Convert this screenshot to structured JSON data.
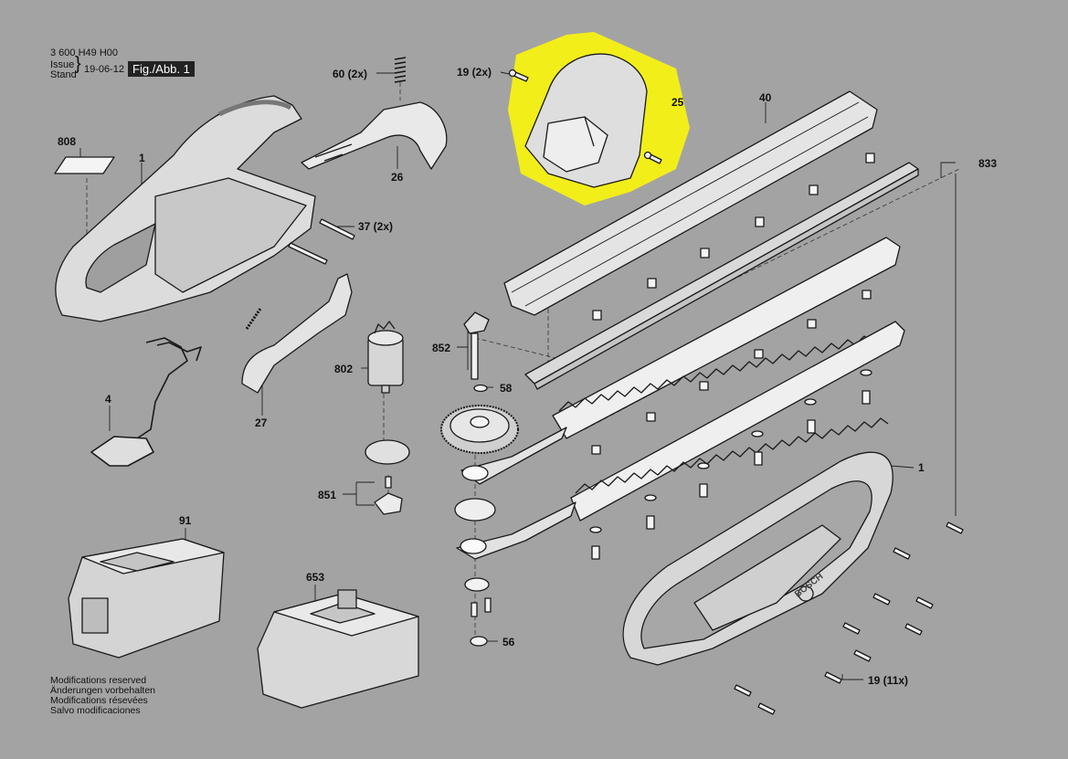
{
  "header": {
    "doc_number": "3 600 H49 H00",
    "issue_label": "Issue",
    "stand_label": "Stand",
    "date": "19-06-12",
    "fig_label": "Fig./Abb. 1"
  },
  "highlight_color": "#f2ee1a",
  "parts": [
    {
      "id": "p808",
      "label": "808"
    },
    {
      "id": "p1a",
      "label": "1"
    },
    {
      "id": "p60",
      "label": "60 (2x)"
    },
    {
      "id": "p26",
      "label": "26"
    },
    {
      "id": "p19a",
      "label": "19 (2x)"
    },
    {
      "id": "p25",
      "label": "25"
    },
    {
      "id": "p40",
      "label": "40"
    },
    {
      "id": "p833",
      "label": "833"
    },
    {
      "id": "p37",
      "label": "37 (2x)"
    },
    {
      "id": "p802",
      "label": "802"
    },
    {
      "id": "p852",
      "label": "852"
    },
    {
      "id": "p58",
      "label": "58"
    },
    {
      "id": "p4",
      "label": "4"
    },
    {
      "id": "p27",
      "label": "27"
    },
    {
      "id": "p851",
      "label": "851"
    },
    {
      "id": "p91",
      "label": "91"
    },
    {
      "id": "p653",
      "label": "653"
    },
    {
      "id": "p56",
      "label": "56"
    },
    {
      "id": "p1b",
      "label": "1"
    },
    {
      "id": "p19b",
      "label": "19 (11x)"
    }
  ],
  "brand_mark": "BOSCH",
  "footer": {
    "modifications": [
      "Modifications reserved",
      "Änderungen vorbehalten",
      "Modifications résevées",
      "Salvo modificaciones"
    ]
  }
}
